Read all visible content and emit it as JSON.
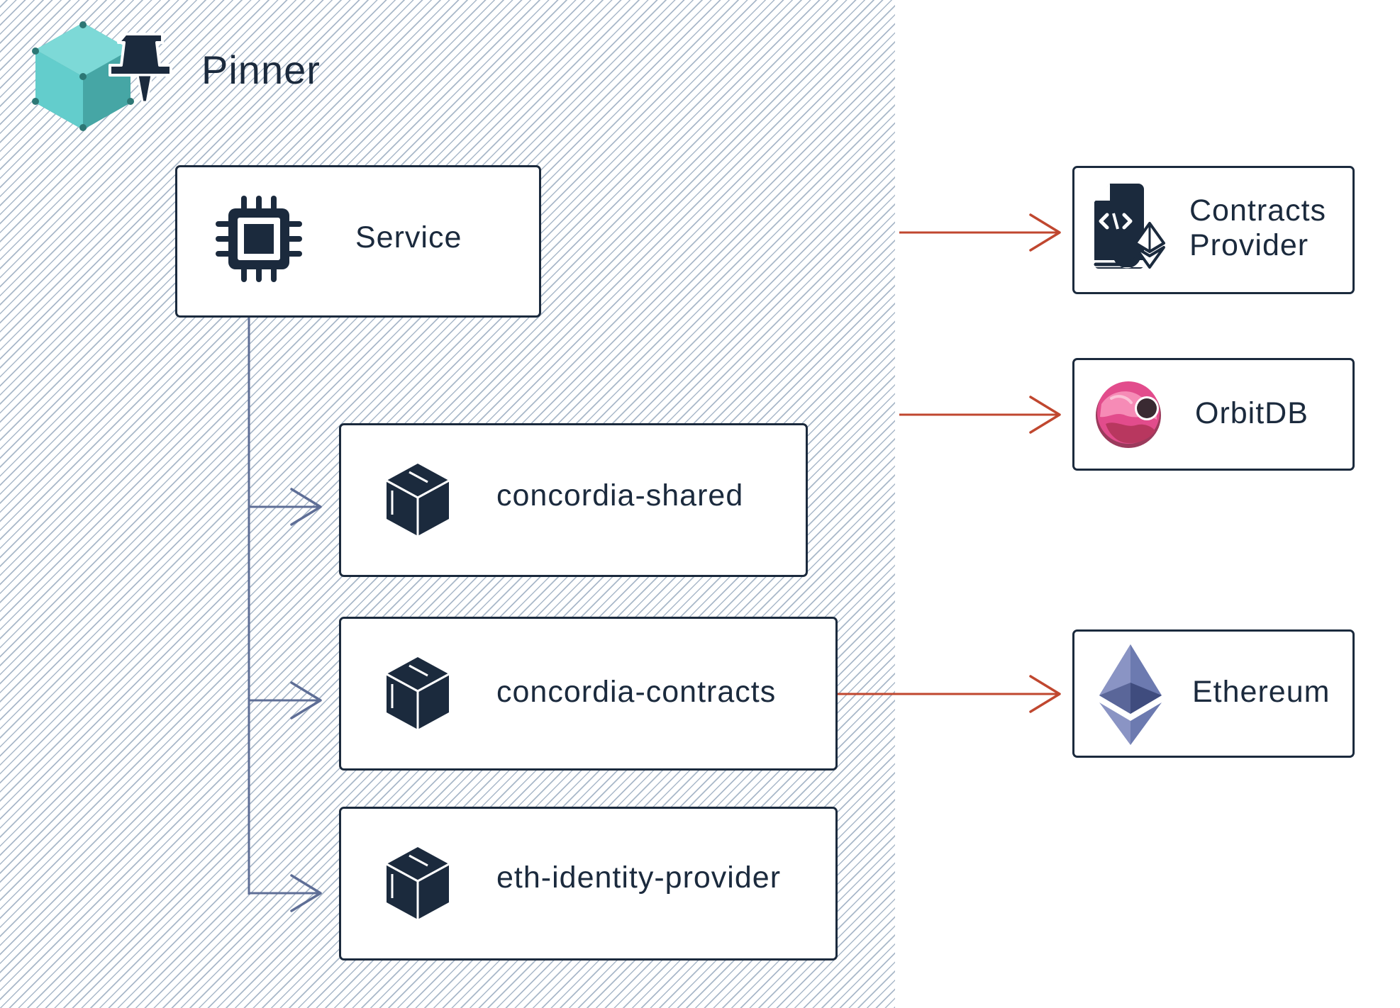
{
  "diagram": {
    "group": {
      "title": "Pinner"
    },
    "nodes": {
      "service": "Service",
      "shared": "concordia-shared",
      "contracts": "concordia-contracts",
      "identity": "eth-identity-provider",
      "contracts_provider_line1": "Contracts",
      "contracts_provider_line2": "Provider",
      "orbitdb": "OrbitDB",
      "ethereum": "Ethereum"
    },
    "colors": {
      "internal_arrow": "#5e6e96",
      "external_arrow": "#c0472f",
      "box_border": "#1b2a3d",
      "hatch": "#a9b8c9",
      "pinner_cube": "#5ec8c6"
    }
  }
}
